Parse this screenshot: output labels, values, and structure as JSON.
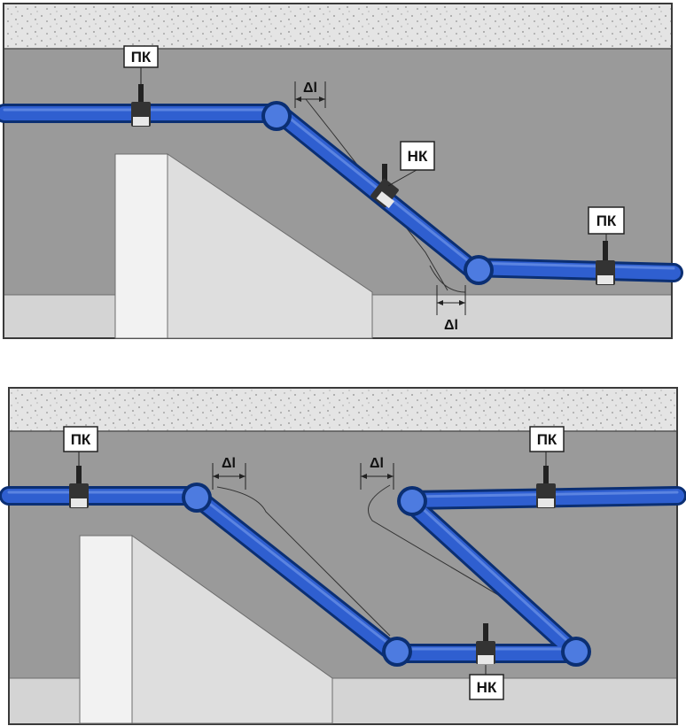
{
  "colors": {
    "wall": "#9a9a9a",
    "ceiling": "#e4e4e4",
    "floor": "#d4d4d4",
    "beam_face": "#f2f2f2",
    "beam_slope": "#dedede",
    "pipe": "#2f5fd0",
    "pipe_dark": "#0b2f73"
  },
  "top_diagram": {
    "fixed_support_left": "ПК",
    "sliding_support": "НК",
    "fixed_support_right": "ПК",
    "delta_top": "Δl",
    "delta_bottom": "Δl"
  },
  "bottom_diagram": {
    "fixed_support_left": "ПК",
    "fixed_support_right": "ПК",
    "sliding_support": "НК",
    "delta_left": "Δl",
    "delta_right": "Δl"
  }
}
